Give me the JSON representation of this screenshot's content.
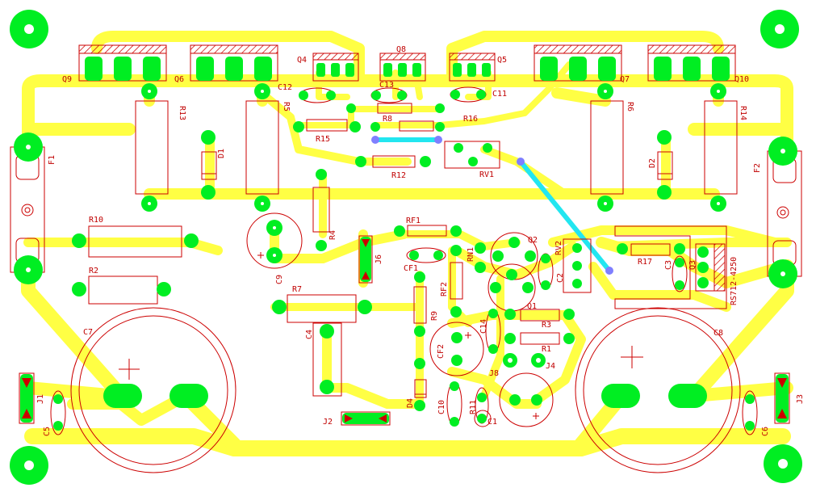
{
  "colors": {
    "background": "#ffffff",
    "trace": "#ffff44",
    "pad": "#00ee22",
    "outline": "#cc0000",
    "jumper": "#22e6f0",
    "via": "#7f7fff"
  },
  "components": {
    "Q9": "Q9",
    "Q6": "Q6",
    "Q4": "Q4",
    "Q8": "Q8",
    "Q5": "Q5",
    "Q7": "Q7",
    "Q10": "Q10",
    "C12": "C12",
    "C13": "C13",
    "C11": "C11",
    "R13": "R13",
    "R5": "R5",
    "R8": "R8",
    "R16": "R16",
    "R6": "R6",
    "R14": "R14",
    "R15": "R15",
    "R12": "R12",
    "RV1": "RV1",
    "F1": "F1",
    "F2": "F2",
    "D1": "D1",
    "D2": "D2",
    "R10": "R10",
    "R2": "R2",
    "R4": "R4",
    "C9": "C9",
    "J6": "J6",
    "RF1": "RF1",
    "CF1": "CF1",
    "RN1": "RN1",
    "Q2": "Q2",
    "RV2": "RV2",
    "C2": "C2",
    "R17": "R17",
    "C3": "C3",
    "Q3": "Q3",
    "RS": "RS712-4250",
    "R7": "R7",
    "C4": "C4",
    "RF2": "RF2",
    "R9": "R9",
    "CF2": "CF2",
    "C14": "C14",
    "Q1": "Q1",
    "R3": "R3",
    "R1": "R1",
    "J8": "J8",
    "J4": "J4",
    "C7": "C7",
    "C8": "C8",
    "J1": "J1",
    "J3": "J3",
    "C5": "C5",
    "C6": "C6",
    "J2": "J2",
    "D4": "D4",
    "C10": "C10",
    "R11": "R11",
    "C1": "C1"
  }
}
